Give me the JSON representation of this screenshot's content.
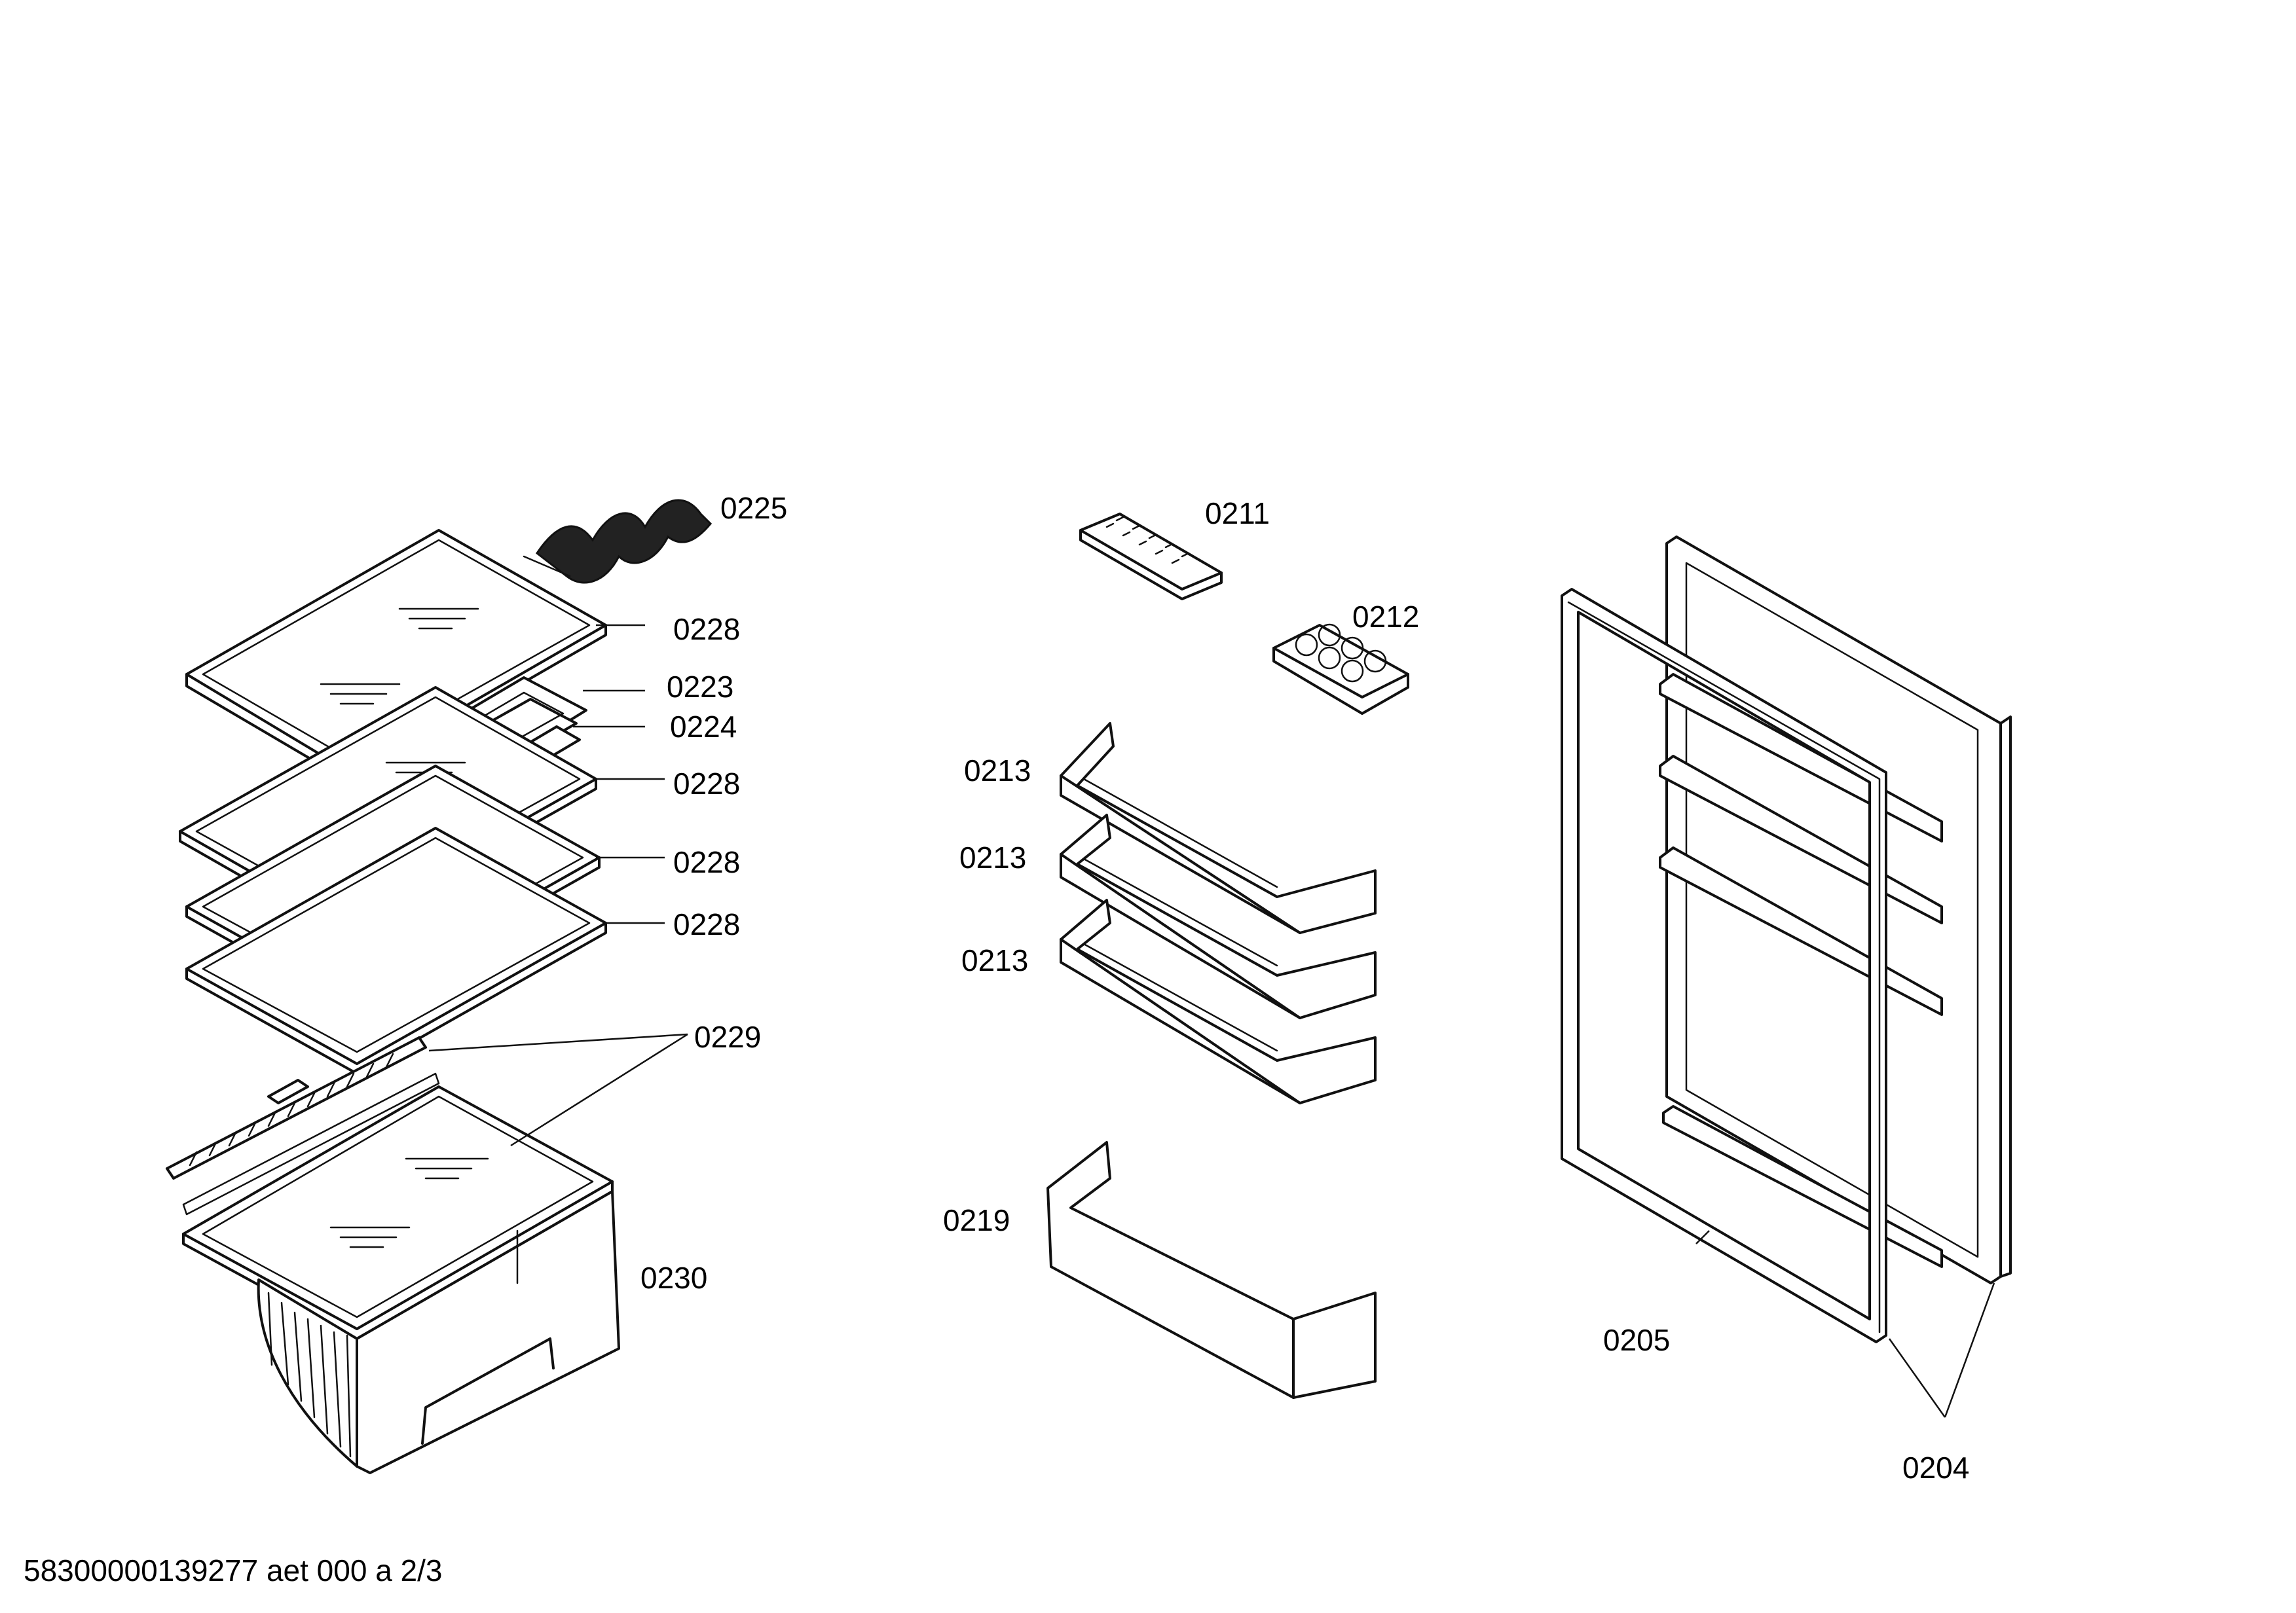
{
  "labels": {
    "p0225": "0225",
    "p0228_a": "0228",
    "p0223": "0223",
    "p0224": "0224",
    "p0228_b": "0228",
    "p0228_c": "0228",
    "p0228_d": "0228",
    "p0229": "0229",
    "p0230": "0230",
    "p0211": "0211",
    "p0212": "0212",
    "p0213_a": "0213",
    "p0213_b": "0213",
    "p0213_c": "0213",
    "p0219": "0219",
    "p0205": "0205",
    "p0204": "0204"
  },
  "footer": {
    "document_code": "58300000139277 aet 000 a 2/3"
  },
  "colors": {
    "line": "#111111",
    "background": "#ffffff"
  }
}
